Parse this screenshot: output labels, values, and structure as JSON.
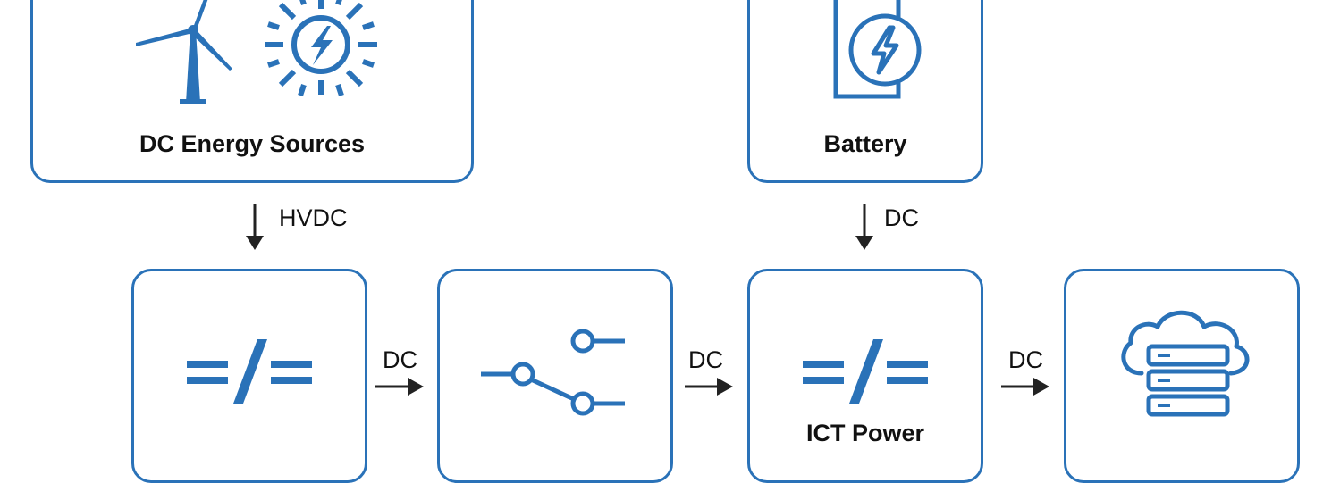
{
  "colors": {
    "accent": "#2a72b8",
    "text": "#111111",
    "arrow": "#222222"
  },
  "boxes": {
    "dc_sources": {
      "title": "DC Energy Sources",
      "icons": [
        "wind-turbine-icon",
        "sun-icon"
      ]
    },
    "battery": {
      "title": "Battery",
      "icons": [
        "battery-icon",
        "lightning-icon"
      ]
    },
    "converter_1": {
      "icons": [
        "dc-dc-converter-icon"
      ]
    },
    "switch": {
      "icons": [
        "switch-icon"
      ]
    },
    "ict_power": {
      "title": "ICT Power",
      "icons": [
        "dc-dc-converter-icon"
      ]
    },
    "cloud_servers": {
      "icons": [
        "cloud-server-icon"
      ]
    }
  },
  "connections": {
    "sources_to_converter": "HVDC",
    "battery_to_ict": "DC",
    "converter_to_switch": "DC",
    "switch_to_ict": "DC",
    "ict_to_servers": "DC"
  }
}
